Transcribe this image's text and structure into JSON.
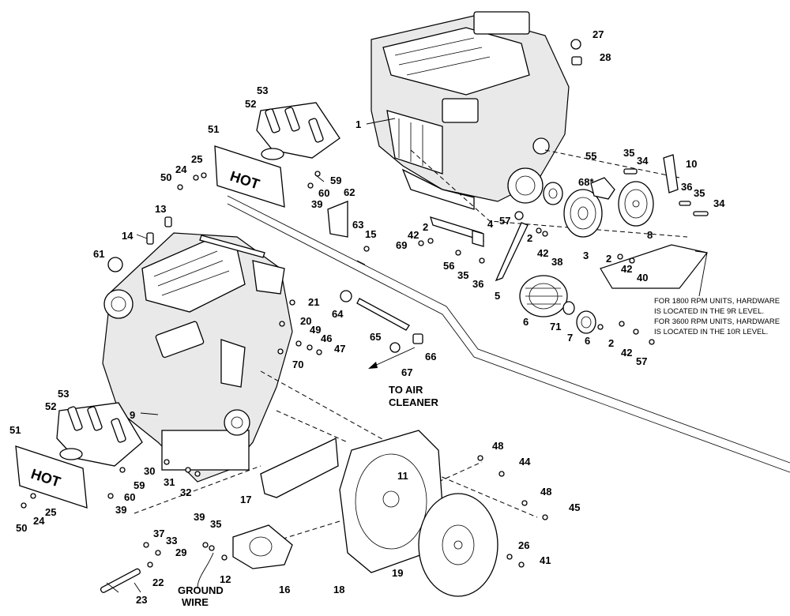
{
  "diagram": {
    "callouts": {
      "n1": "1",
      "n2a": "2",
      "n2b": "2",
      "n2c": "2",
      "n2d": "2",
      "n3": "3",
      "n4": "4",
      "n5": "5",
      "n6a": "6",
      "n6b": "6",
      "n7": "7",
      "n8": "8",
      "n9": "9",
      "n10": "10",
      "n11": "11",
      "n12": "12",
      "n13": "13",
      "n14": "14",
      "n15": "15",
      "n16": "16",
      "n17": "17",
      "n18": "18",
      "n19": "19",
      "n20": "20",
      "n21": "21",
      "n22": "22",
      "n23": "23",
      "n24a": "24",
      "n24b": "24",
      "n25a": "25",
      "n25b": "25",
      "n26": "26",
      "n27": "27",
      "n28": "28",
      "n29": "29",
      "n30": "30",
      "n31": "31",
      "n32": "32",
      "n33": "33",
      "n34a": "34",
      "n34b": "34",
      "n35a": "35",
      "n35b": "35",
      "n35c": "35",
      "n35d": "35",
      "n36a": "36",
      "n36b": "36",
      "n37": "37",
      "n38": "38",
      "n39a": "39",
      "n39b": "39",
      "n39c": "39",
      "n40": "40",
      "n41": "41",
      "n42a": "42",
      "n42b": "42",
      "n42c": "42",
      "n42d": "42",
      "n44": "44",
      "n45": "45",
      "n46": "46",
      "n47": "47",
      "n48a": "48",
      "n48b": "48",
      "n49": "49",
      "n50a": "50",
      "n50b": "50",
      "n51a": "51",
      "n51b": "51",
      "n52a": "52",
      "n52b": "52",
      "n53a": "53",
      "n53b": "53",
      "n55": "55",
      "n56": "56",
      "n57a": "57",
      "n57b": "57",
      "n59a": "59",
      "n59b": "59",
      "n60a": "60",
      "n60b": "60",
      "n61": "61",
      "n62": "62",
      "n63": "63",
      "n64": "64",
      "n65": "65",
      "n66": "66",
      "n67": "67",
      "n68": "68*",
      "n69": "69",
      "n70": "70",
      "n71": "71"
    },
    "note_lines": [
      "FOR 1800 RPM UNITS, HARDWARE",
      "IS LOCATED IN THE 9R LEVEL.",
      "FOR 3600 RPM UNITS, HARDWARE",
      "IS LOCATED IN THE 10R LEVEL."
    ],
    "air_cleaner_lines": [
      "TO AIR",
      "CLEANER"
    ],
    "ground_wire_lines": [
      "GROUND",
      "WIRE"
    ],
    "hot_label": "HOT"
  }
}
